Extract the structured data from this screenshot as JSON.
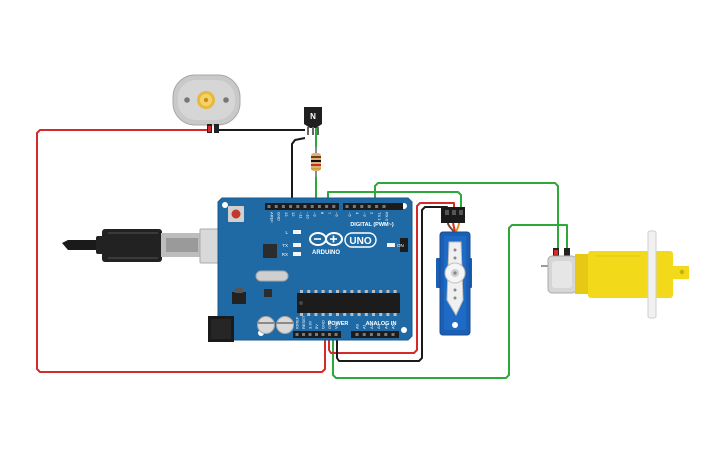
{
  "board": {
    "brand": "ARDUINO",
    "model": "UNO",
    "digital_header": "DIGITAL (PWM~)",
    "power_header": "POWER",
    "analog_header": "ANALOG IN",
    "led_on": "ON",
    "led_tx": "TX",
    "led_rx": "RX",
    "led_l": "L",
    "digital_pins": [
      "AREF",
      "GND",
      "13",
      "12",
      "~11",
      "~10",
      "~9",
      "8",
      "7",
      "~6",
      "~5",
      "4",
      "~3",
      "2",
      "TX 1",
      "RX 0"
    ],
    "power_pins": [
      "IOREF",
      "RESET",
      "3.3V",
      "5V",
      "GND",
      "GND",
      "Vin"
    ],
    "analog_pins": [
      "A0",
      "A1",
      "A2",
      "A3",
      "A4",
      "A5"
    ]
  },
  "transistor": {
    "marking": "N"
  },
  "colors": {
    "wire_red": "#d42a2a",
    "wire_green": "#2fa83a",
    "wire_black": "#1a1a1a",
    "board_blue": "#1f6aa5",
    "servo_blue": "#1a5fb4",
    "motor_yellow": "#f2d91a"
  },
  "icons": {
    "usb_cable": "usb-cable-icon",
    "dc_motor": "dc-motor-icon",
    "gear_motor": "gear-motor-icon",
    "servo": "servo-icon",
    "resistor": "resistor-icon",
    "transistor": "npn-transistor-icon",
    "reset_button": "reset-button-icon",
    "power_jack": "power-jack-icon"
  }
}
